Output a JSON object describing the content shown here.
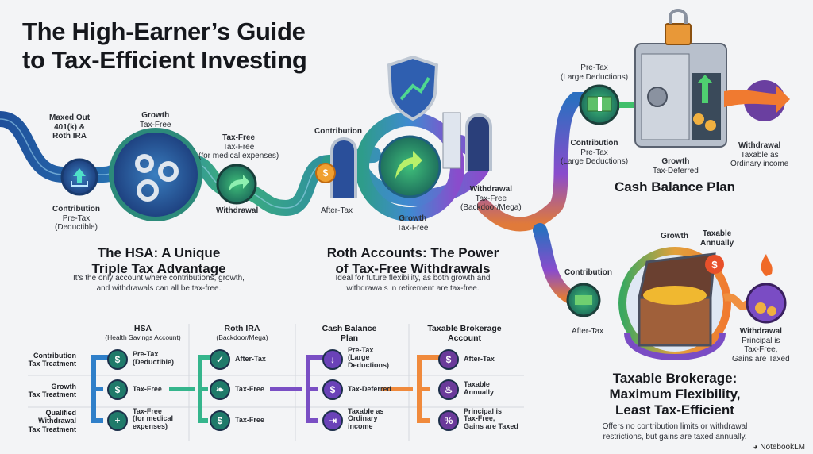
{
  "title": [
    "The High-Earner’s Guide",
    "to Tax-Efficient Investing"
  ],
  "hsa": {
    "maxed": [
      "Maxed Out",
      "401(k) &",
      "Roth IRA"
    ],
    "growth": {
      "label": "Growth",
      "value": "Tax-Free"
    },
    "withdrawal_top": {
      "label": "Tax-Free",
      "value": "Tax-Free",
      "note": "(for medical expenses)"
    },
    "withdrawal_label": "Withdrawal",
    "contribution": {
      "label": "Contribution",
      "value": "Pre-Tax",
      "note": "(Deductible)"
    },
    "heading": [
      "The HSA: A Unique",
      "Triple Tax Advantage"
    ],
    "desc": [
      "It's the only account where contributions, growth,",
      "and withdrawals can all be tax-free."
    ]
  },
  "roth": {
    "contribution": "Contribution",
    "after_tax": "After-Tax",
    "growth": {
      "label": "Growth",
      "value": "Tax-Free"
    },
    "withdrawal": {
      "label": "Withdrawal",
      "value": "Tax-Free",
      "note": "(Backdoor/Mega)"
    },
    "heading": [
      "Roth Accounts: The Power",
      "of Tax-Free Withdrawals"
    ],
    "desc": [
      "Ideal for future flexibility, as both growth and",
      "withdrawals in retirement are tax-free."
    ]
  },
  "cash_balance": {
    "top": {
      "value": "Pre-Tax",
      "note": "(Large Deductions)"
    },
    "contribution": {
      "label": "Contribution",
      "value": "Pre-Tax",
      "note": "(Large Deductions)"
    },
    "growth": {
      "label": "Growth",
      "value": "Tax-Deferred"
    },
    "withdrawal": {
      "label": "Withdrawal",
      "value": "Taxable as",
      "note": "Ordinary income"
    },
    "heading": "Cash Balance Plan"
  },
  "brokerage": {
    "growth": "Growth",
    "taxable": [
      "Taxable",
      "Annually"
    ],
    "contribution": "Contribution",
    "after_tax": "After-Tax",
    "withdrawal": {
      "label": "Withdrawal",
      "lines": [
        "Principal is",
        "Tax-Free,",
        "Gains are Taxed"
      ]
    },
    "heading": [
      "Taxable Brokerage:",
      "Maximum Flexibility,",
      "Least Tax-Efficient"
    ],
    "desc": [
      "Offers no contribution limits or withdrawal",
      "restrictions, but gains are taxed annually."
    ]
  },
  "table": {
    "rows": [
      [
        "Contribution",
        "Tax Treatment"
      ],
      [
        "Growth",
        "Tax Treatment"
      ],
      [
        "Qualified",
        "Withdrawal",
        "Tax Treatment"
      ]
    ],
    "columns": [
      {
        "name": "HSA",
        "sub": "(Health Savings Account)",
        "color": "#2f7fc9",
        "cells": [
          [
            "Pre-Tax",
            "(Deductible)"
          ],
          [
            "Tax-Free"
          ],
          [
            "Tax-Free",
            "(for medical",
            "expenses)"
          ]
        ],
        "icons": [
          "dollar-down-icon",
          "dollar-icon",
          "medical-cross-icon"
        ]
      },
      {
        "name": "Roth IRA",
        "sub": "(Backdoor/Mega)",
        "color": "#35b58c",
        "cells": [
          [
            "After-Tax"
          ],
          [
            "Tax-Free"
          ],
          [
            "Tax-Free"
          ]
        ],
        "icons": [
          "check-hand-icon",
          "leaf-icon",
          "dollar-hand-icon"
        ]
      },
      {
        "name": "Cash Balance",
        "name2": "Plan",
        "color": "#7a4fc4",
        "cells": [
          [
            "Pre-Tax",
            "(Large",
            "Deductions)"
          ],
          [
            "Tax-Deferred"
          ],
          [
            "Taxable as",
            "Ordinary",
            "income"
          ]
        ],
        "icons": [
          "download-icon",
          "dollar-clock-icon",
          "exit-icon"
        ]
      },
      {
        "name": "Taxable Brokerage",
        "name2": "Account",
        "color": "#f08a3c",
        "cells": [
          [
            "After-Tax"
          ],
          [
            "Taxable",
            "Annually"
          ],
          [
            "Principal is",
            "Tax-Free,",
            "Gains are Taxed"
          ]
        ],
        "icons": [
          "dollar-hand-icon",
          "flame-icon",
          "dollar-split-icon"
        ]
      }
    ]
  },
  "brand": "NotebookLM",
  "colors": {
    "blue": "#2a5fa8",
    "green": "#3fae6a",
    "purple": "#7b4cc4",
    "orange": "#f08a3c"
  }
}
